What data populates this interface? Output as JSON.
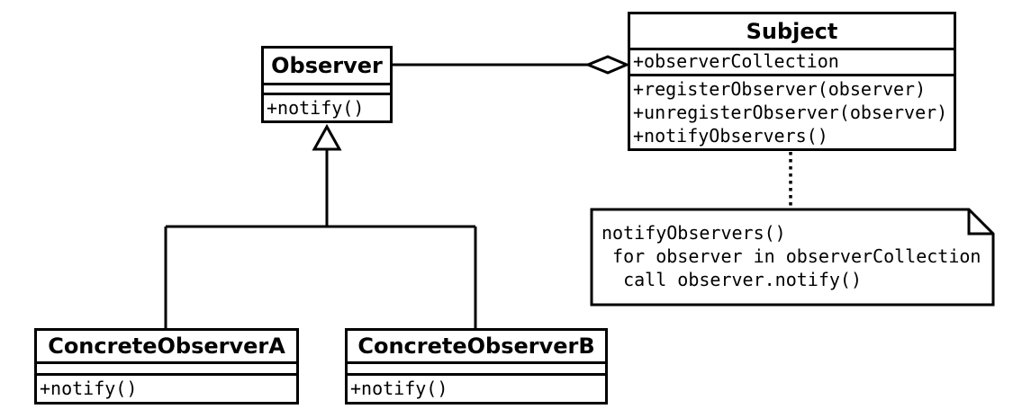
{
  "classes": {
    "observer": {
      "name": "Observer",
      "attributes": "",
      "methods": "+notify()"
    },
    "subject": {
      "name": "Subject",
      "attributes": "+observerCollection",
      "methods": "+registerObserver(observer)\n+unregisterObserver(observer)\n+notifyObservers()"
    },
    "concrete_a": {
      "name": "ConcreteObserverA",
      "attributes": "",
      "methods": "+notify()"
    },
    "concrete_b": {
      "name": "ConcreteObserverB",
      "attributes": "",
      "methods": "+notify()"
    }
  },
  "note": {
    "text": "notifyObservers()\n for observer in observerCollection\n  call observer.notify()"
  },
  "relationships": [
    {
      "type": "aggregation",
      "from": "Subject",
      "to": "Observer",
      "marker": "hollow-diamond"
    },
    {
      "type": "generalization",
      "from": "ConcreteObserverA",
      "to": "Observer",
      "marker": "hollow-triangle"
    },
    {
      "type": "generalization",
      "from": "ConcreteObserverB",
      "to": "Observer",
      "marker": "hollow-triangle"
    },
    {
      "type": "note-attachment",
      "from": "Subject",
      "to": "note",
      "line": "dotted"
    }
  ],
  "colors": {
    "stroke": "#000000",
    "fill": "#ffffff",
    "background": "#ffffff"
  }
}
